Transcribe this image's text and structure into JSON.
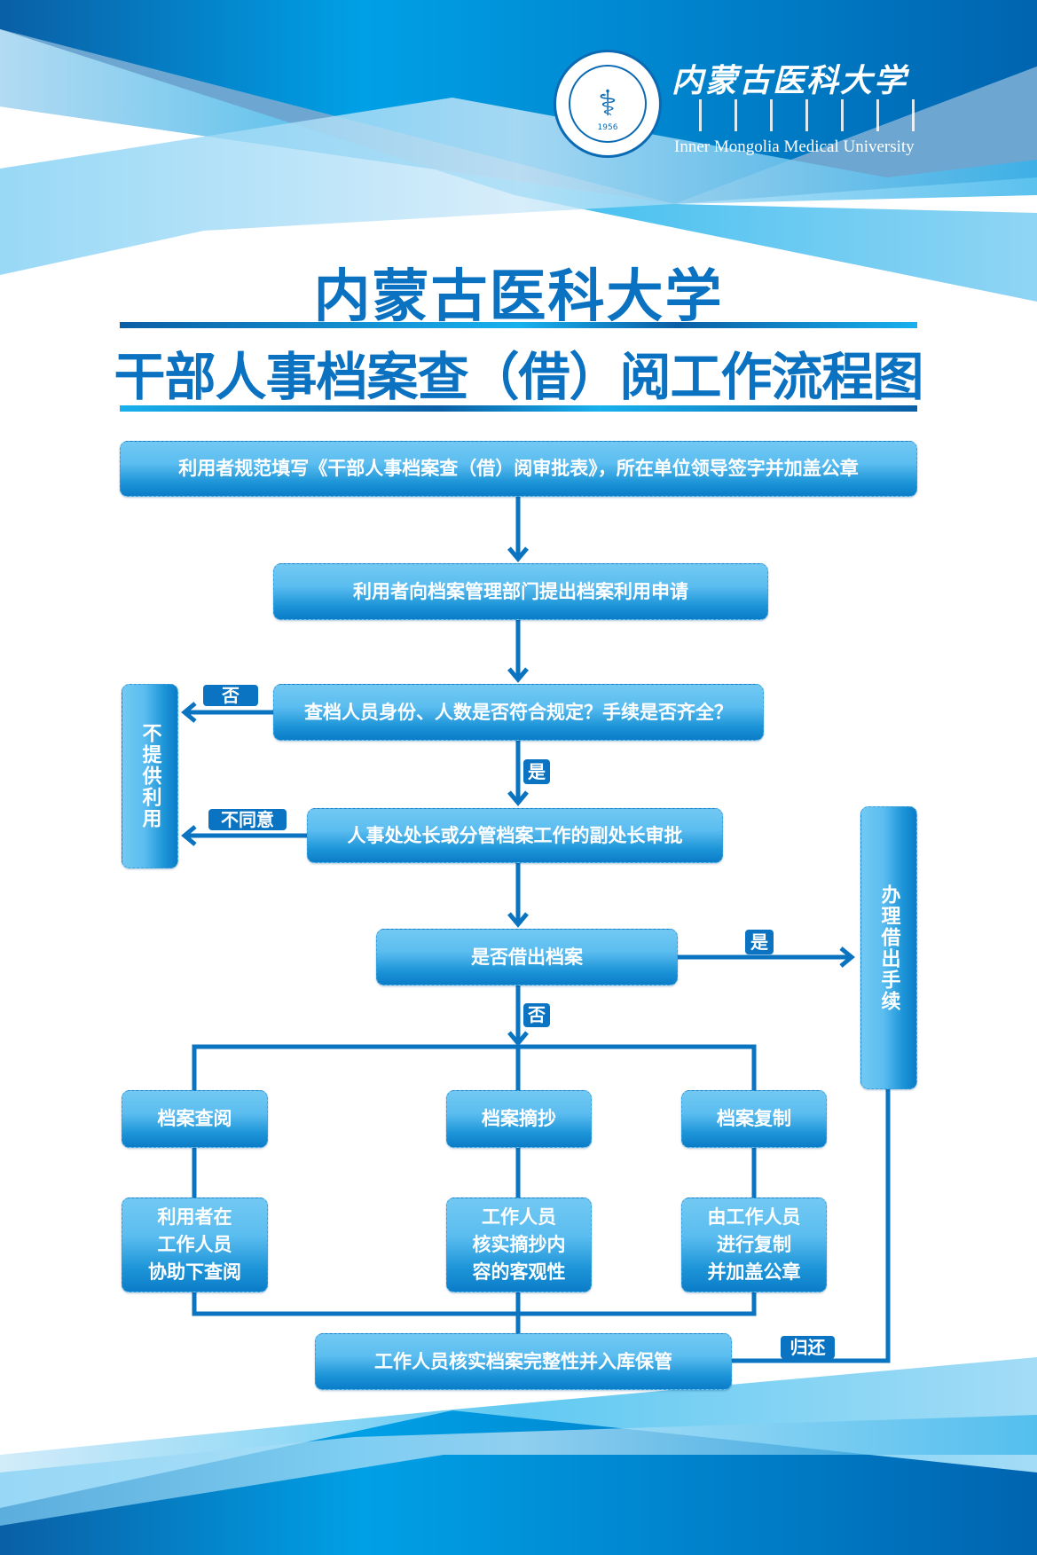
{
  "header": {
    "logo_cn": "内蒙古医科大学",
    "logo_en": "Inner Mongolia Medical University",
    "seal_year": "1956",
    "title_line1": "内蒙古医科大学",
    "title_line2": "干部人事档案查（借）阅工作流程图"
  },
  "flow": {
    "step1": "利用者规范填写《干部人事档案查（借）阅审批表》，所在单位领导签字并加盖公章",
    "step2": "利用者向档案管理部门提出档案利用申请",
    "step3": "查档人员身份、人数是否符合规定？手续是否齐全？",
    "step4": "人事处处长或分管档案工作的副处长审批",
    "step5": "是否借出档案",
    "reject": "不提供利用",
    "borrow": "办理借出手续",
    "label_no1": "否",
    "label_yes1": "是",
    "label_disagree": "不同意",
    "label_yes2": "是",
    "label_no2": "否",
    "label_return": "归还",
    "branches": [
      {
        "title": "档案查阅",
        "detail": "利用者在\n工作人员\n协助下查阅"
      },
      {
        "title": "档案摘抄",
        "detail": "工作人员\n核实摘抄内\n容的客观性"
      },
      {
        "title": "档案复制",
        "detail": "由工作人员\n进行复制\n并加盖公章"
      }
    ],
    "final": "工作人员核实档案完整性并入库保管"
  },
  "colors": {
    "primary": "#0a72c0",
    "light": "#72c9f2"
  }
}
